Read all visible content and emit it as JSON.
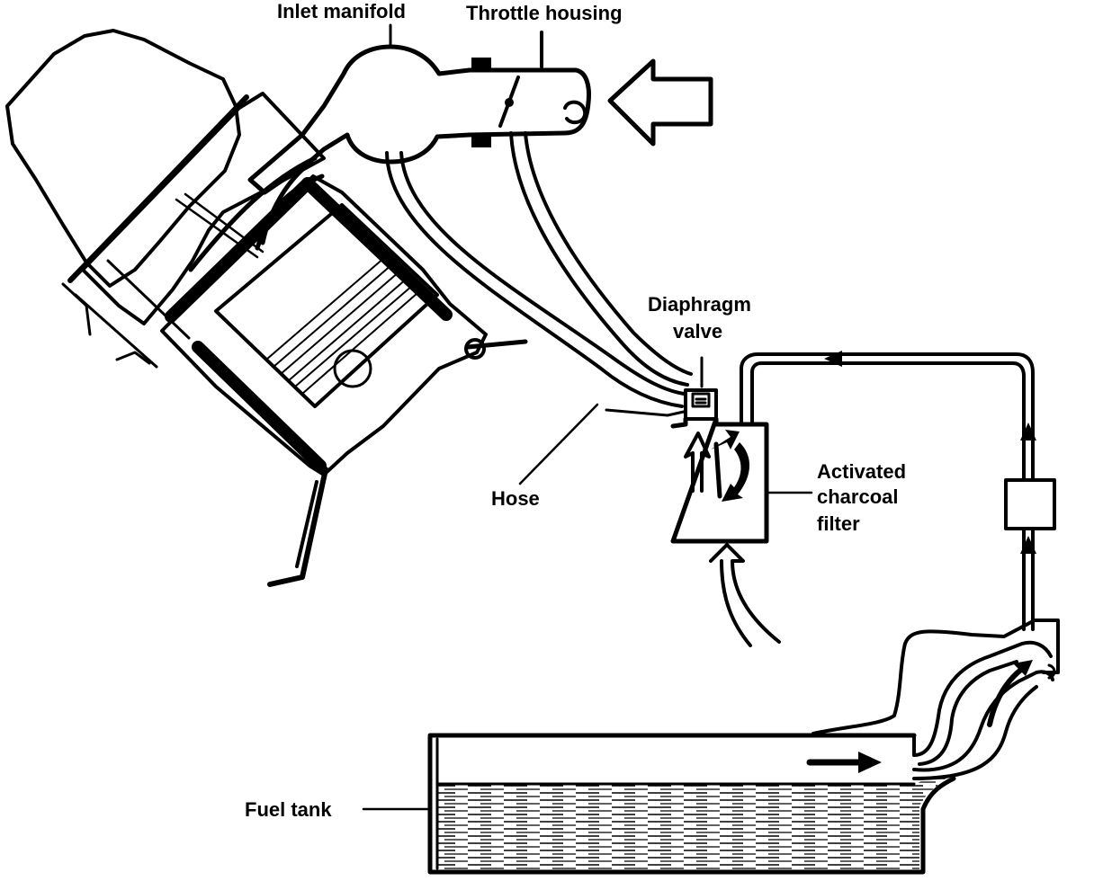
{
  "labels": {
    "inlet_manifold": "Inlet manifold",
    "throttle_housing": "Throttle housing",
    "diaphragm_valve_line1": "Diaphragm",
    "diaphragm_valve_line2": "valve",
    "activated_charcoal_filter_line1": "Activated",
    "activated_charcoal_filter_line2": "charcoal",
    "activated_charcoal_filter_line3": "filter",
    "hose": "Hose",
    "fuel_tank": "Fuel tank"
  },
  "colors": {
    "ink": "#000000",
    "paper": "#ffffff"
  }
}
